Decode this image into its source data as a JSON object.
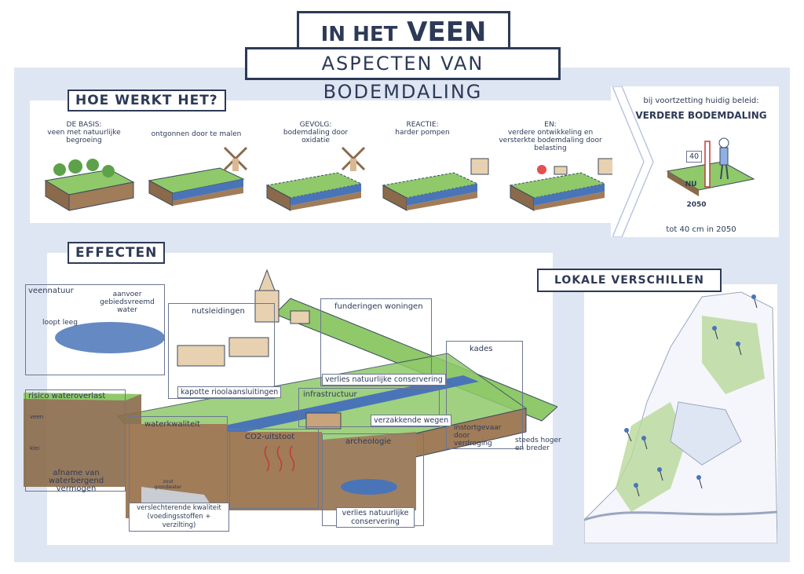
{
  "title": {
    "prefix": "IN HET",
    "main": "VEEN",
    "subtitle": "ASPECTEN VAN BODEMDALING"
  },
  "how": {
    "heading": "HOE WERKT HET?",
    "steps": [
      {
        "head": "DE BASIS:",
        "text": "veen met natuurlijke begroeing"
      },
      {
        "head": "",
        "text": "ontgonnen door te malen"
      },
      {
        "head": "GEVOLG:",
        "text": "bodemdaling door oxidatie"
      },
      {
        "head": "REACTIE:",
        "text": "harder pompen"
      },
      {
        "head": "EN:",
        "text": "verdere ontwikkeling en versterkte bodemdaling door belasting"
      }
    ]
  },
  "future": {
    "pre": "bij voortzetting huidig beleid:",
    "headline": "VERDERE BODEMDALING",
    "gauge": "40",
    "now": "NU",
    "year": "2050",
    "footer": "tot 40 cm in 2050"
  },
  "effects": {
    "heading": "EFFECTEN",
    "veennatuur": "veennatuur",
    "aanvoer": "aanvoer gebiedsvreemd water",
    "looptleeg": "loopt leeg",
    "nutsleidingen": "nutsleidingen",
    "riool": "kapotte rioolaansluitingen",
    "funderingen": "funderingen woningen",
    "conservering1": "verlies natuurlijke conservering",
    "kades": "kades",
    "instort": "instortgevaar door verdroging",
    "hoger": "steeds hoger en breder",
    "wateroverlast": "risico wateroverlast",
    "veen": "veen",
    "klei": "klei",
    "afname": "afname van waterbergend vermogen",
    "waterkwaliteit": "waterkwaliteit",
    "zout": "zout grondwater",
    "verslechterend": "verslechterende kwaliteit (voedingsstoffen + verzilting)",
    "co2": "CO2-uitstoot",
    "infrastructuur": "infrastructuur",
    "wegen": "verzakkende wegen",
    "archeologie": "archeologie",
    "conservering2": "verlies natuurlijke conservering"
  },
  "map": {
    "heading": "LOKALE VERSCHILLEN"
  },
  "colors": {
    "navy": "#2d3a57",
    "grass": "#8fc96a",
    "water": "#4a74b8",
    "soil": "#8a6a4a",
    "bg": "#dfe6f3"
  }
}
